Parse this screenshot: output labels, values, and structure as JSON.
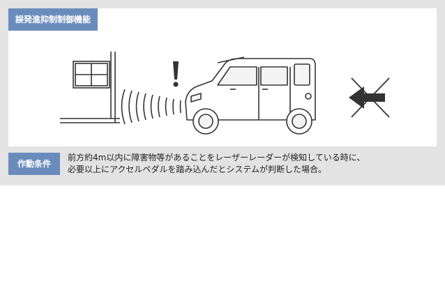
{
  "header": {
    "title": "誤発進抑制制御機能"
  },
  "condition": {
    "label": "作動条件",
    "line1": "前方約4m以内に障害物等があることをレーザーレーダーが検知している時に、",
    "line2": "必要以上にアクセルペダルを踏み込んだとシステムが判断した場合。"
  },
  "illustration": {
    "icons": [
      "wall-window-icon",
      "sensor-wave-icon",
      "warning-exclamation-icon",
      "car-icon",
      "crossed-arrow-icon"
    ],
    "colors": {
      "accent": "#6a8cbd",
      "panel": "#e3e3e3",
      "line": "#333333"
    }
  }
}
